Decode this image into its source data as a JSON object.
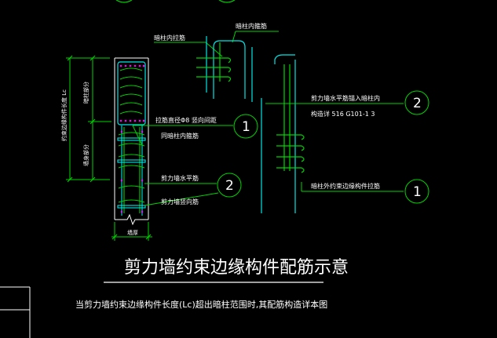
{
  "title": "剪力墙约束边缘构件配筋示意",
  "subtitle": "当剪力墙约束边缘构件长度(Lc)超出暗柱范围时,其配筋构造详本图",
  "colors": {
    "background": "#000000",
    "cyan": "#00e5e5",
    "green": "#00d400",
    "white": "#ffffff",
    "magenta": "#ff00ff"
  },
  "left_detail": {
    "vertical_label": "约束边缘构件长度 Lc",
    "upper_dim_label": "暗柱部分",
    "lower_dim_label": "墙身部分",
    "bottom_dim_label": "墙厚",
    "callout_1_line1": "拉筋直径Φ8 竖向间距",
    "callout_1_line2": "同暗柱内箍筋",
    "callout_1_number": "1",
    "callout_2_line1": "剪力墙水平筋",
    "callout_2_line2": "剪力墙竖向筋",
    "callout_2_number": "2"
  },
  "right_detail": {
    "top_label_1": "暗柱内拉筋",
    "top_label_2": "暗柱内箍筋",
    "callout_2_line1": "剪力墙水平筋锚入暗柱内",
    "callout_2_line2": "构造详 516 G101-1 3",
    "callout_2_number": "2",
    "callout_1_line1": "暗柱外约束边缘构件拉筋",
    "callout_1_number": "1"
  }
}
